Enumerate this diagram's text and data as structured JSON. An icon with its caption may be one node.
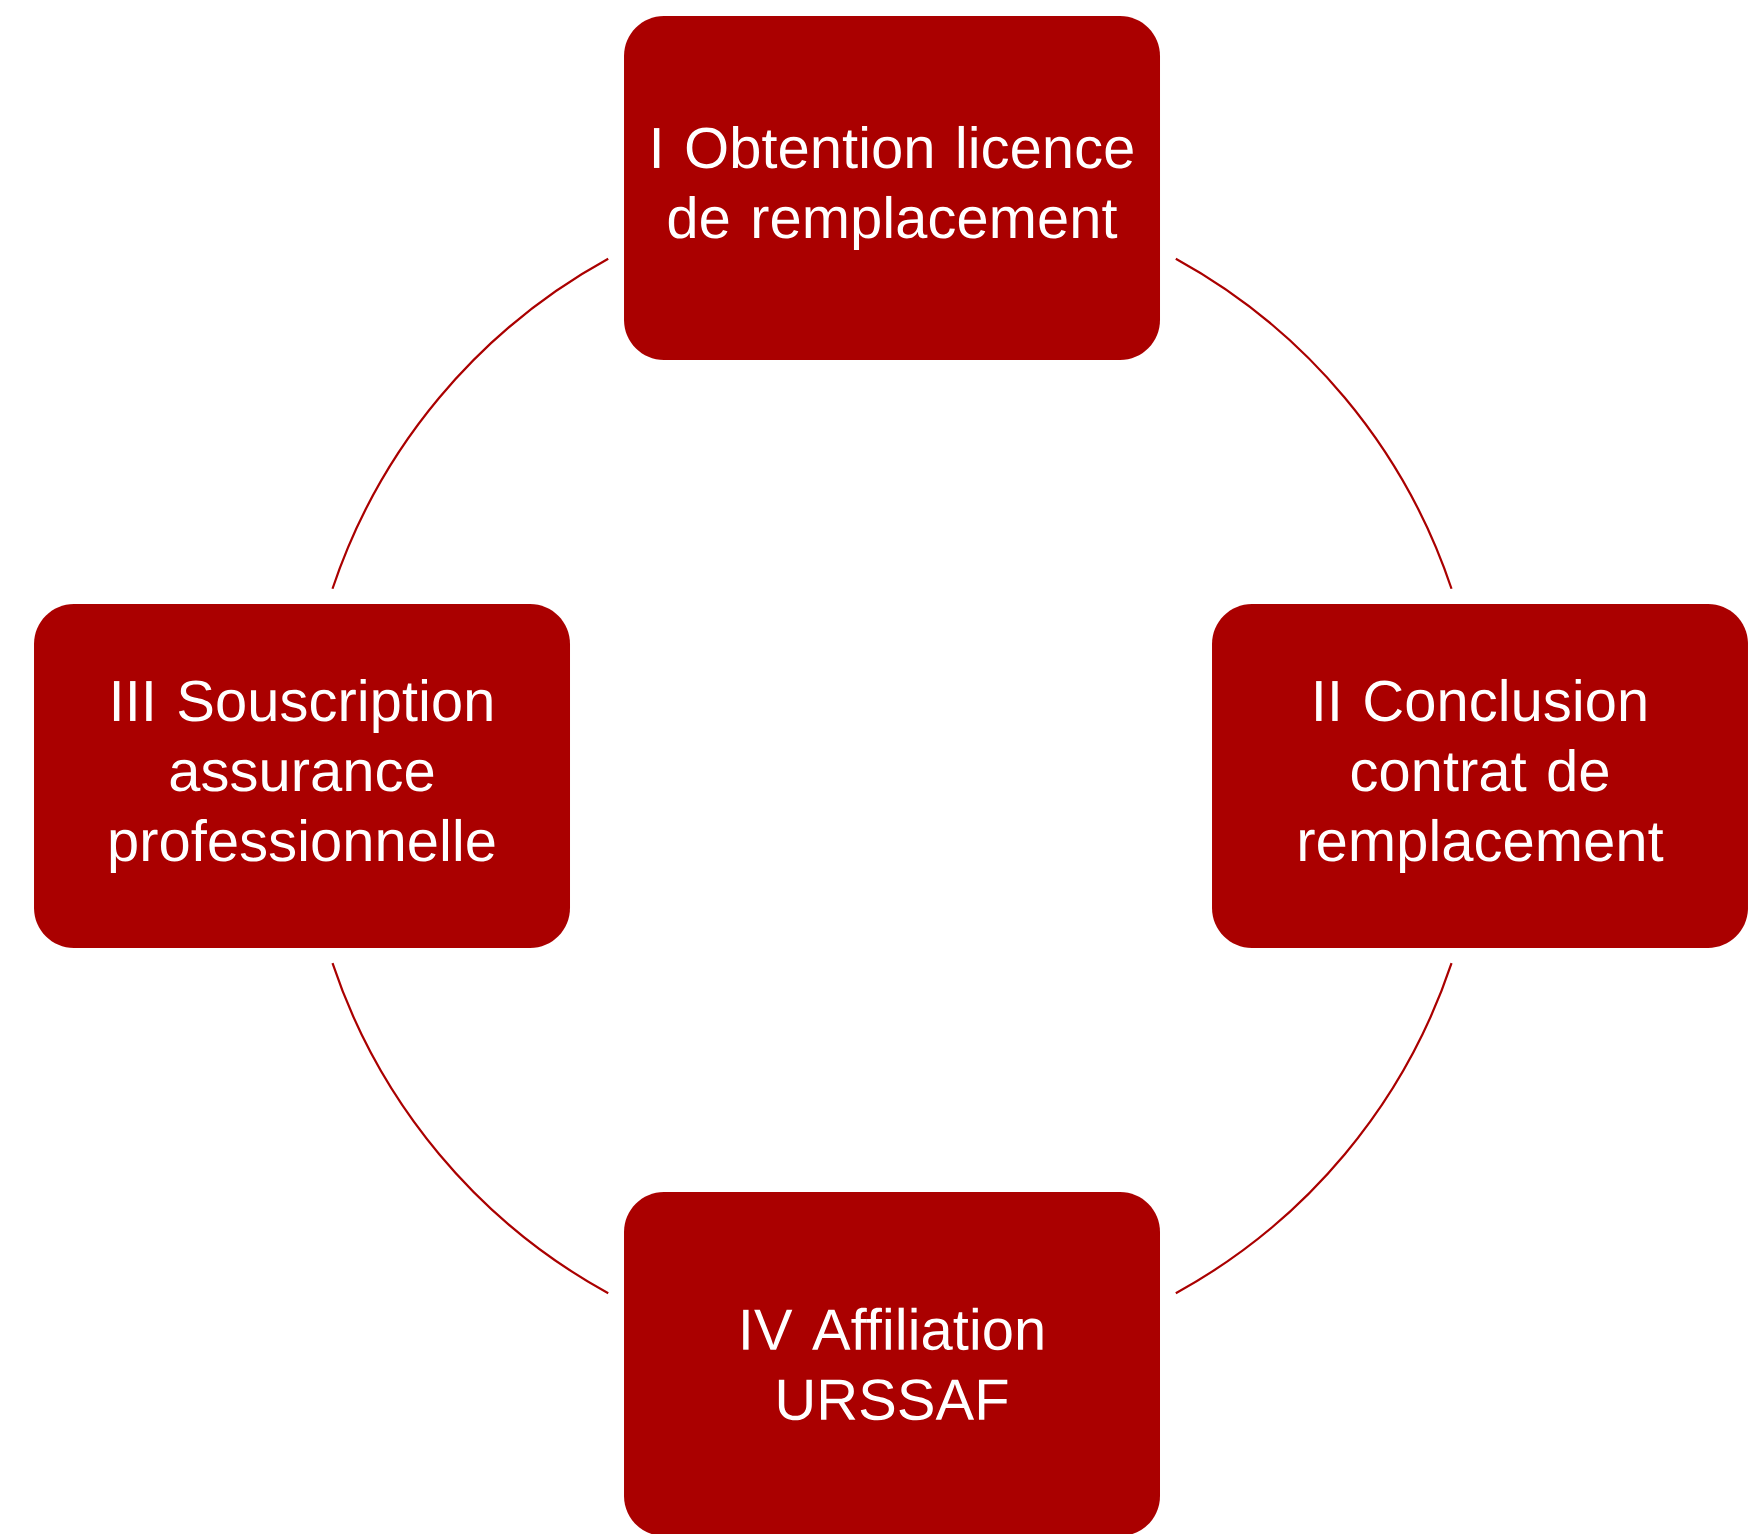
{
  "diagram": {
    "nodes": [
      {
        "text": [
          "I Obtention licence de remplacement"
        ]
      },
      {
        "text": [
          "III Souscription assurance professionnelle"
        ]
      },
      {
        "text": [
          "II Conclusion contrat de remplacement"
        ]
      },
      {
        "text": [
          "IV Affiliation URSSAF"
        ]
      }
    ],
    "edges": [
      {
        "from": 0,
        "to": 2,
        "arrow": "none"
      },
      {
        "from": 2,
        "to": 3,
        "arrow": "none"
      },
      {
        "from": 3,
        "to": 1,
        "arrow": "none"
      },
      {
        "from": 1,
        "to": 0,
        "arrow": "none"
      }
    ]
  }
}
